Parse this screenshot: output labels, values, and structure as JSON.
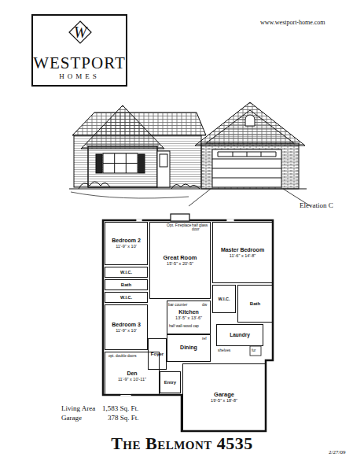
{
  "diagram": {
    "title": "The Belmont 4535",
    "nodes": [
      {
        "text": [
          "WESTPORT",
          "HOMES"
        ]
      },
      {
        "text": [
          "W"
        ],
        "in": 0
      },
      {
        "text": [
          "Bedroom 2",
          "11'-9\" x 10'"
        ]
      },
      {
        "text": [
          "Great Room",
          "15'-5\" x 20'-5\""
        ]
      },
      {
        "text": [
          "Master Bedroom",
          "11'-6\" x 14'-8\""
        ]
      },
      {
        "text": [
          "W.I.C."
        ]
      },
      {
        "text": [
          "Bath"
        ]
      },
      {
        "text": [
          "W.I.C."
        ]
      },
      {
        "text": [
          "W.I.C."
        ]
      },
      {
        "text": [
          "Bath"
        ]
      },
      {
        "text": [
          "Kitchen",
          "13'-5\" x 13'-6\""
        ]
      },
      {
        "text": [
          "Laundry"
        ]
      },
      {
        "text": [
          "Bedroom 3",
          "11'-9\" x 10'"
        ]
      },
      {
        "text": [
          "Dining"
        ]
      },
      {
        "text": [
          "Foyer"
        ]
      },
      {
        "text": [
          "Den",
          "11'-9\" x 10'-11\""
        ]
      },
      {
        "text": [
          "Entry"
        ]
      },
      {
        "text": [
          "Garage",
          "19'-5\" x 18'-8\""
        ]
      }
    ],
    "labels": [
      "www.westport-home.com",
      "Elevation C",
      "Opt. Fireplace",
      "half glass door",
      "bar counter",
      "dw",
      "half wall-wood cap",
      "ref",
      "shelves",
      "fur",
      "opt. double doors",
      "Living Area",
      "1,583 Sq. Ft.",
      "Garage",
      "378 Sq. Ft.",
      "2/27/09"
    ]
  }
}
